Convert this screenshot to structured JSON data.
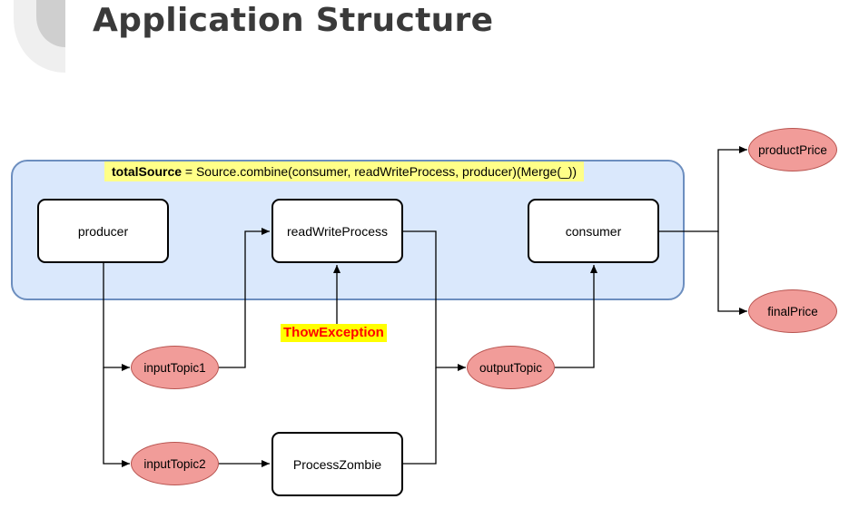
{
  "header": {
    "title": "Application Structure"
  },
  "diagram": {
    "formula": {
      "name": "totalSource",
      "expression": " = Source.combine(consumer, readWriteProcess, producer)(Merge(_))"
    },
    "exception_label": "ThowException",
    "nodes": {
      "producer": "producer",
      "readWriteProcess": "readWriteProcess",
      "consumer": "consumer",
      "processZombie": "ProcessZombie"
    },
    "topics": {
      "inputTopic1": "inputTopic1",
      "inputTopic2": "inputTopic2",
      "outputTopic": "outputTopic",
      "productPrice": "productPrice",
      "finalPrice": "finalPrice"
    },
    "colors": {
      "group_fill": "#dae8fc",
      "group_stroke": "#6c8ebf",
      "topic_fill": "#f19c99",
      "topic_stroke": "#b85450",
      "formula_highlight": "#ffff88",
      "exception_text": "#ff0000",
      "exception_highlight": "#ffff00"
    }
  }
}
